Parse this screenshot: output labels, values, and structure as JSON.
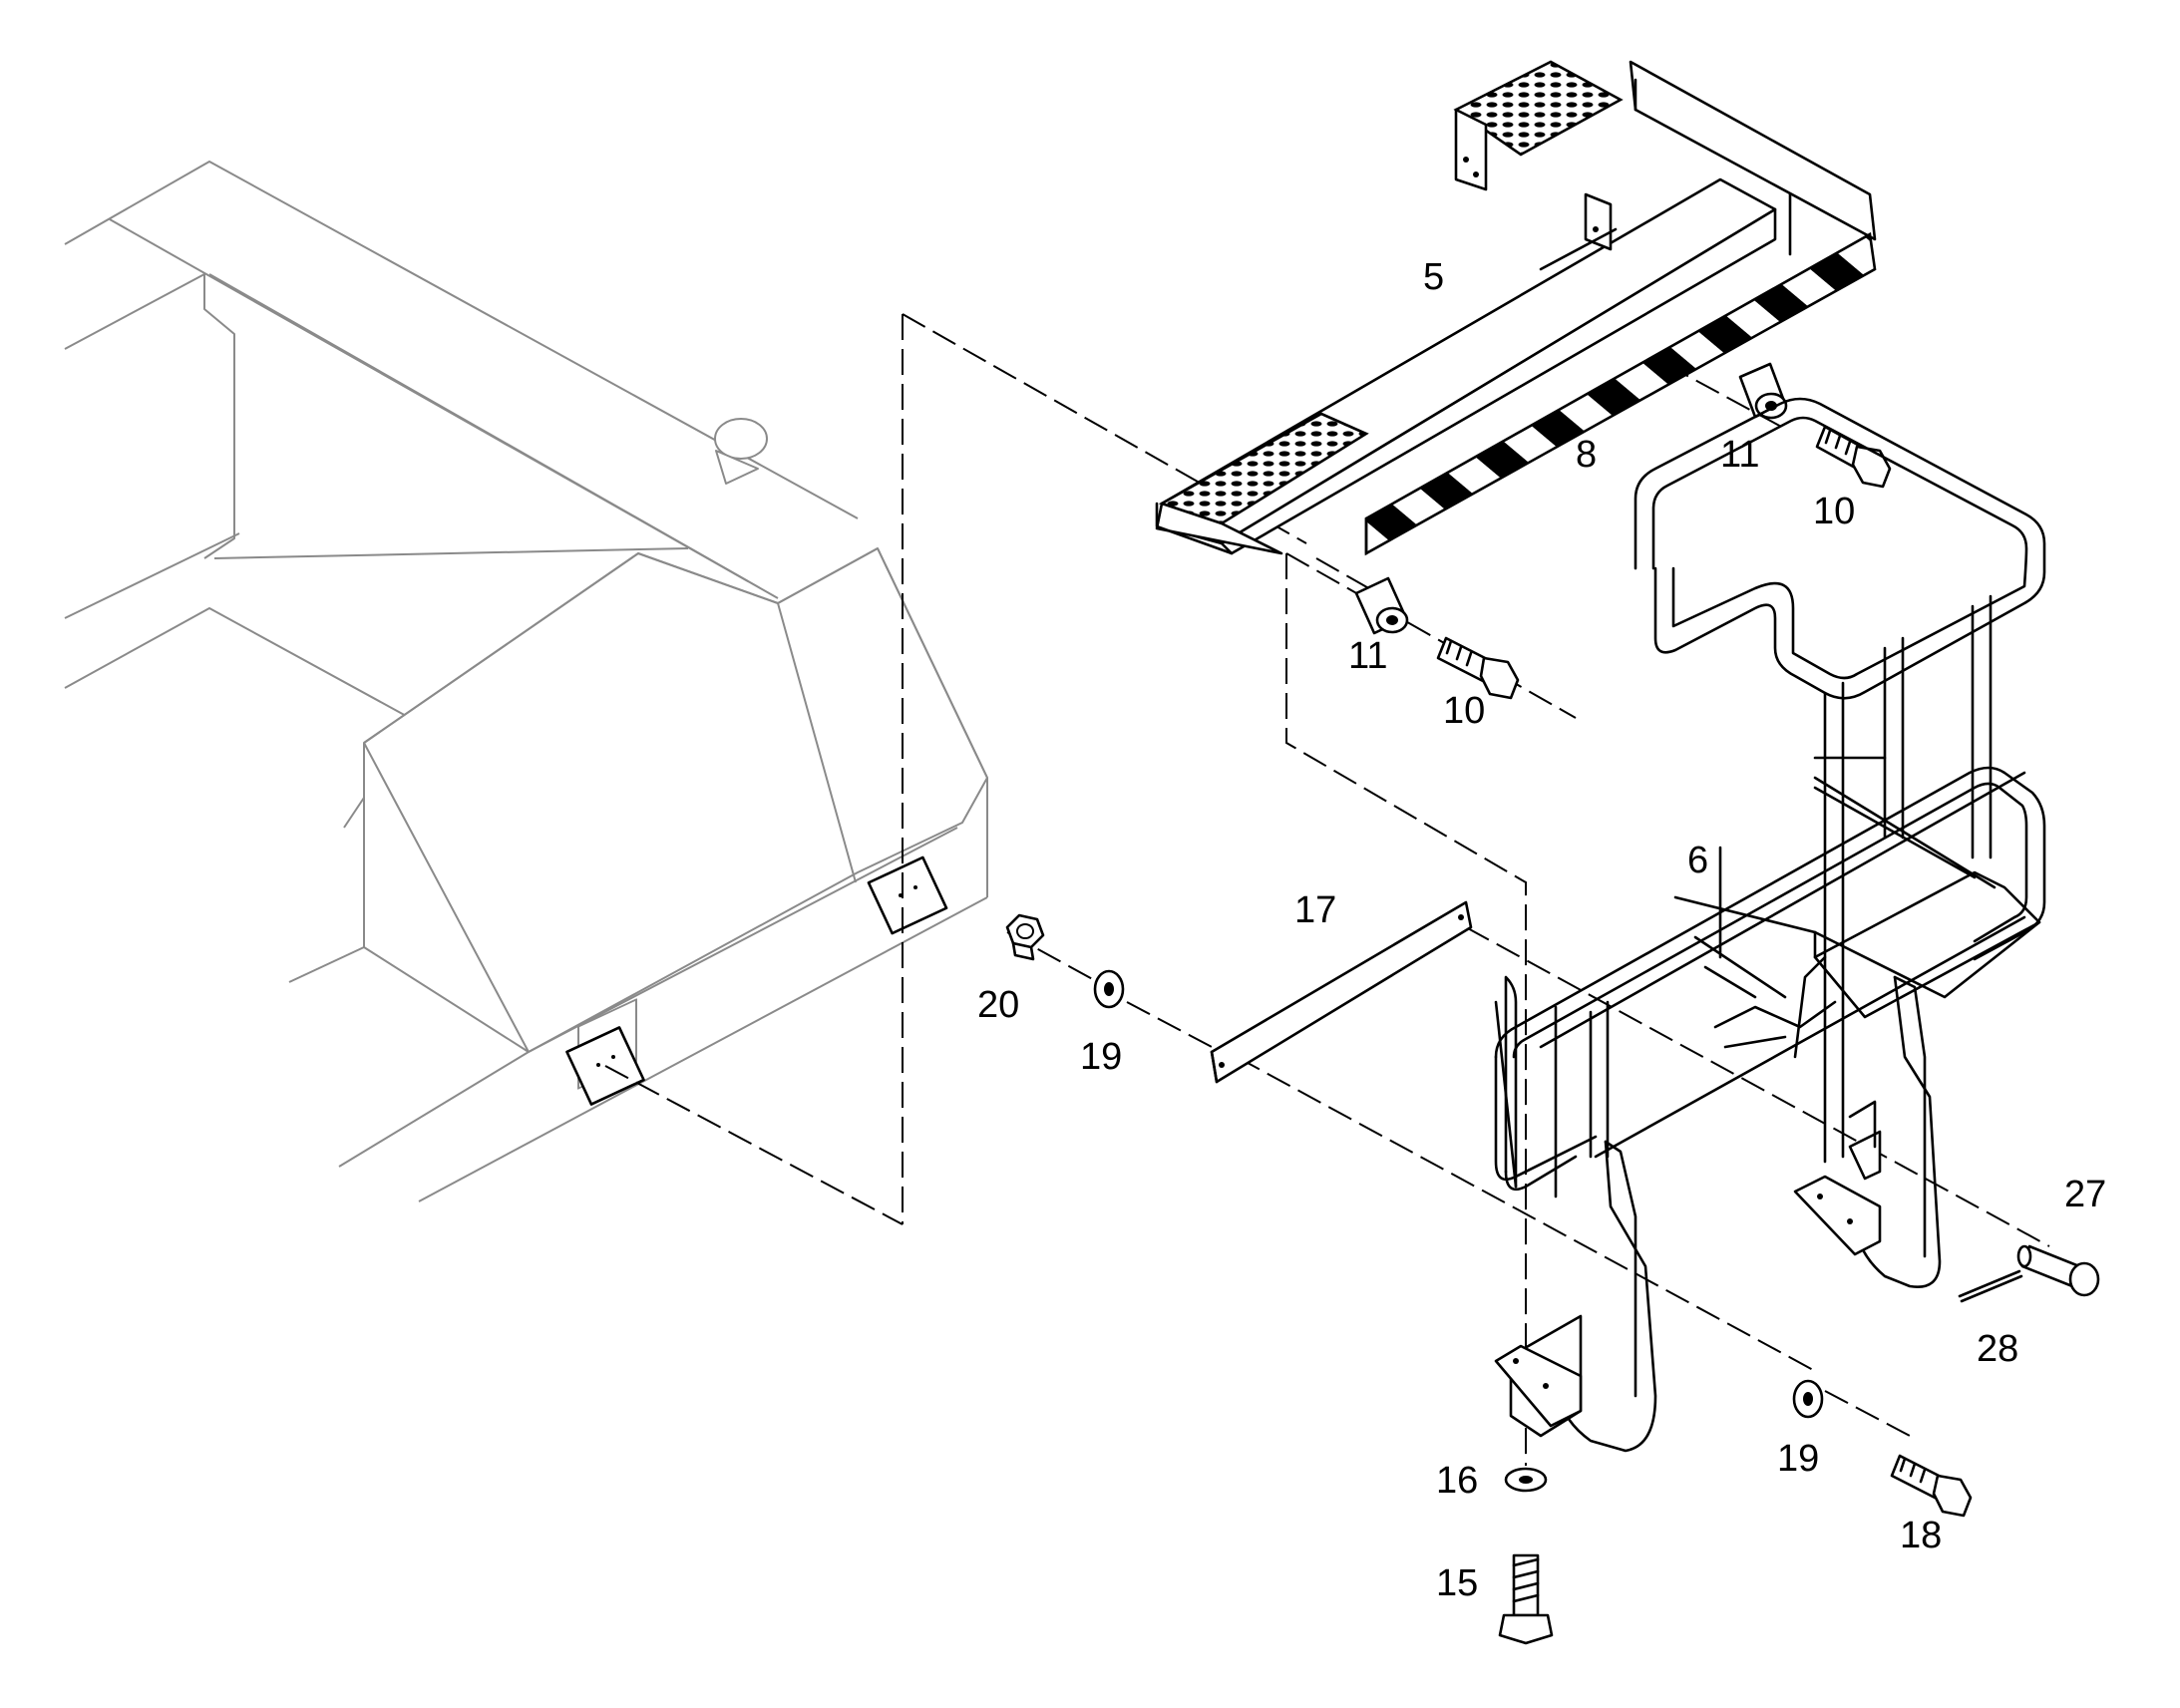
{
  "diagram": {
    "callouts": {
      "c5": "5",
      "c8": "8",
      "c11a": "11",
      "c10a": "10",
      "c11b": "11",
      "c10b": "10",
      "c6": "6",
      "c17": "17",
      "c20": "20",
      "c19a": "19",
      "c27": "27",
      "c28": "28",
      "c19b": "19",
      "c18": "18",
      "c16": "16",
      "c15": "15"
    }
  }
}
